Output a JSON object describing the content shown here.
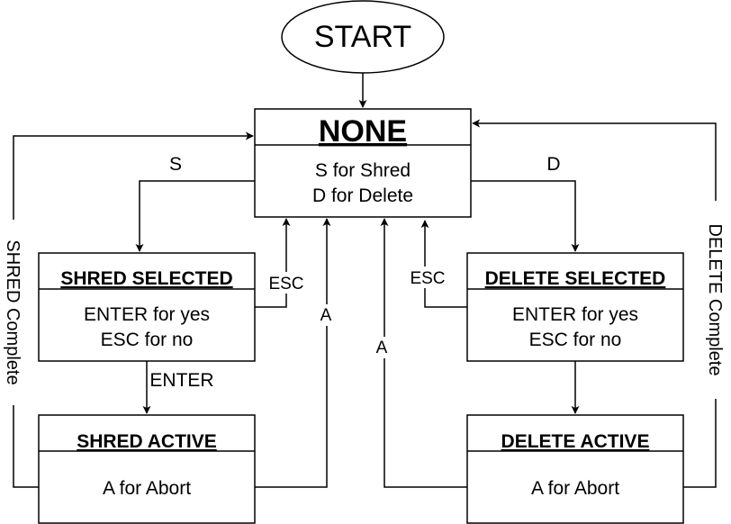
{
  "start": {
    "label": "START"
  },
  "states": {
    "none": {
      "title": "NONE",
      "lines": [
        "S for Shred",
        "D for Delete"
      ]
    },
    "shred_selected": {
      "title": "SHRED SELECTED",
      "lines": [
        "ENTER for yes",
        "ESC for no"
      ]
    },
    "delete_selected": {
      "title": "DELETE SELECTED",
      "lines": [
        "ENTER for yes",
        "ESC for no"
      ]
    },
    "shred_active": {
      "title": "SHRED ACTIVE",
      "lines": [
        "A for Abort"
      ]
    },
    "delete_active": {
      "title": "DELETE ACTIVE",
      "lines": [
        "A for Abort"
      ]
    }
  },
  "transitions": {
    "s": "S",
    "d": "D",
    "esc_shred": "ESC",
    "esc_delete": "ESC",
    "enter": "ENTER",
    "abort_shred": "A",
    "abort_delete": "A",
    "shred_complete": "SHRED Complete",
    "delete_complete": "DELETE Complete"
  }
}
